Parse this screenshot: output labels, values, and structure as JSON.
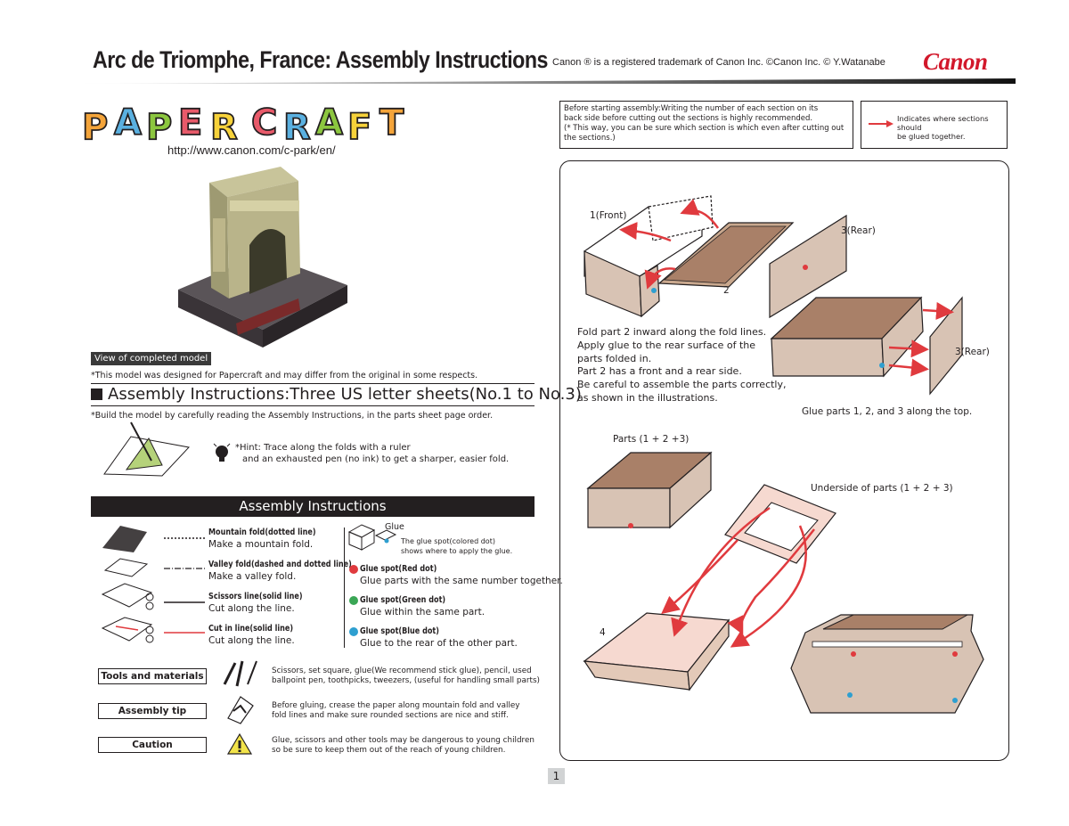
{
  "header": {
    "title": "Arc de Triomphe, France: Assembly Instructions",
    "trademark": "Canon ® is a registered trademark of Canon Inc. ©Canon Inc. © Y.Watanabe",
    "logo_text": "Canon"
  },
  "brand_colors": {
    "canon_red": "#d2182b",
    "glue_red": "#e03a3e",
    "glue_green": "#3aa655",
    "glue_blue": "#2e9fd0"
  },
  "left": {
    "papercraft_letters": [
      "P",
      "A",
      "P",
      "E",
      "R",
      "C",
      "R",
      "A",
      "F",
      "T"
    ],
    "url": "http://www.canon.com/c-park/en/",
    "completed_tag": "View of completed model",
    "disclaimer": "*This model was designed for Papercraft and may differ from the original in some respects.",
    "section_heading": "Assembly Instructions:Three US letter sheets(No.1 to No.3)",
    "build_note": "*Build the model by carefully reading the Assembly Instructions, in the parts sheet page order.",
    "hint_line1": "*Hint: Trace along the folds with a ruler",
    "hint_line2": "and an exhausted pen (no ink) to get a sharper, easier fold.",
    "instructions_bar": "Assembly Instructions",
    "legend": [
      {
        "label": "Mountain fold(dotted line)",
        "desc": "Make a mountain fold."
      },
      {
        "label": "Valley fold(dashed and dotted line)",
        "desc": "Make a valley fold."
      },
      {
        "label": "Scissors line(solid line)",
        "desc": "Cut along the line."
      },
      {
        "label": "Cut in line(solid line)",
        "desc": "Cut along the line."
      }
    ],
    "glue": {
      "title": "Glue",
      "desc_line1": "The glue spot(colored dot)",
      "desc_line2": "shows where to apply the glue.",
      "spots": [
        {
          "label": "Glue spot(Red dot)",
          "desc": "Glue parts with the same number together."
        },
        {
          "label": "Glue spot(Green dot)",
          "desc": "Glue within the same part."
        },
        {
          "label": "Glue spot(Blue dot)",
          "desc": "Glue to the rear of the other part."
        }
      ]
    },
    "tools": {
      "label": "Tools and materials",
      "line1": "Scissors, set square, glue(We recommend stick glue), pencil, used",
      "line2": "ballpoint pen, toothpicks, tweezers, (useful for handling small parts)"
    },
    "tip": {
      "label": "Assembly tip",
      "line1": "Before gluing, crease the paper along mountain fold and valley",
      "line2": "fold lines and make sure rounded sections are nice and stiff."
    },
    "caution": {
      "label": "Caution",
      "line1": "Glue, scissors and other tools may be dangerous to young children",
      "line2": "so be sure to keep them out of the reach of young children."
    }
  },
  "right": {
    "before_note": [
      "Before starting assembly:Writing the number of each section on its",
      "back side before cutting out the sections is highly recommended.",
      "(* This way, you can be sure which section is which even after cutting out",
      "the sections.)"
    ],
    "arrow_note": [
      "Indicates where sections should",
      "be glued together."
    ],
    "labels": {
      "part1": "1(Front)",
      "part2": "2",
      "part3a": "3(Rear)",
      "part3b": "3(Rear)",
      "parts123": "Parts (1 + 2 +3)",
      "underside": "Underside of parts (1 + 2 + 3)",
      "part4": "4",
      "glue_top": "Glue parts 1, 2, and 3 along the top."
    },
    "fold_text": [
      "Fold part 2 inward along the fold lines.",
      "Apply glue to the rear surface of the",
      "parts folded in.",
      "Part 2 has a front and a rear side.",
      "Be careful to assemble the parts correctly,",
      "as shown in the illustrations."
    ]
  },
  "page_number": "1"
}
